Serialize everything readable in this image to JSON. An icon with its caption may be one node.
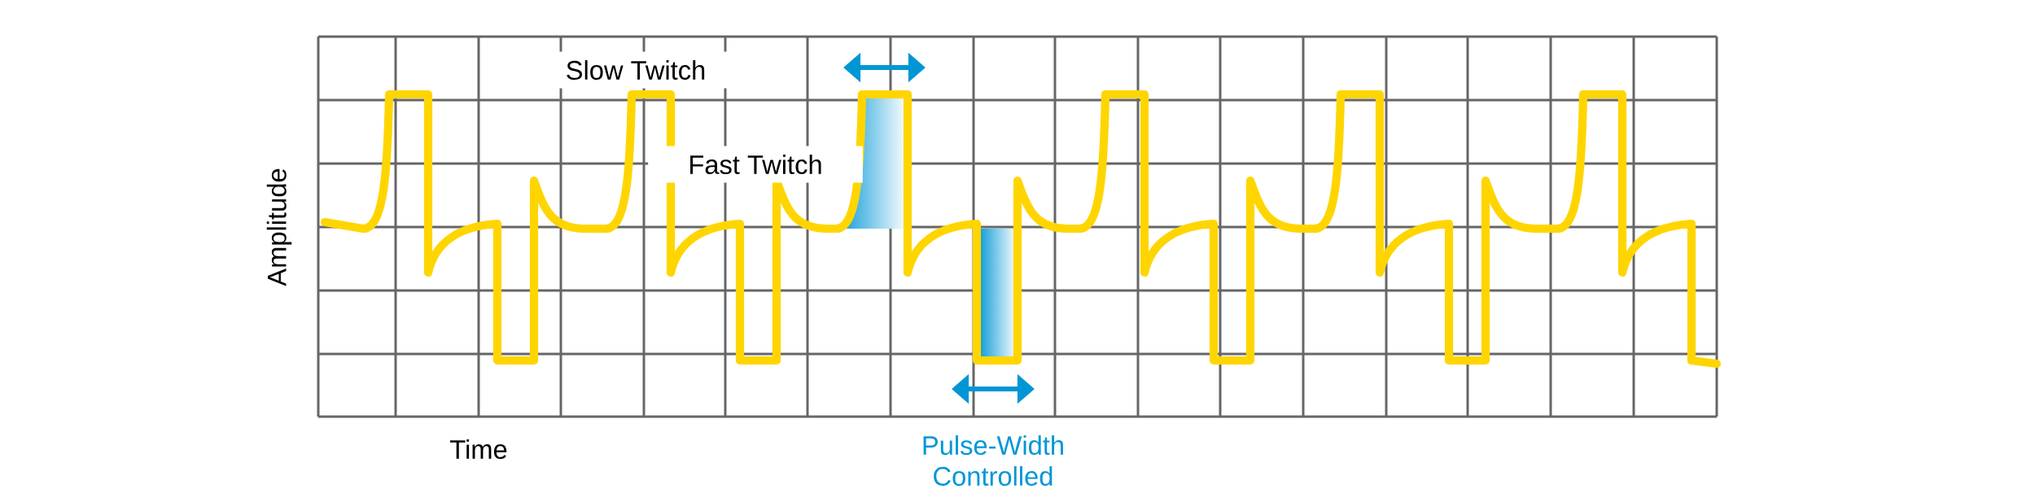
{
  "diagram": {
    "labels": [
      "Slow Twitch",
      "Fast Twitch",
      "Amplitude",
      "Time",
      "Pulse-Width Controlled"
    ]
  }
}
